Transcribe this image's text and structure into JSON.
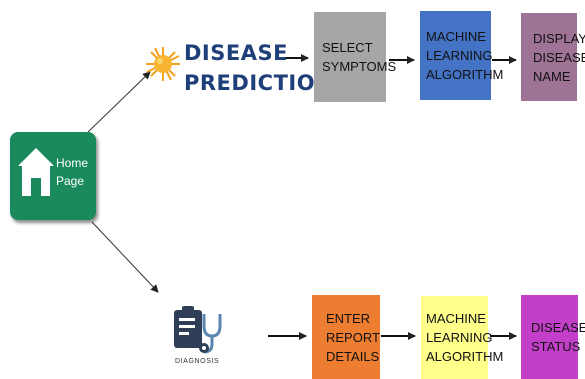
{
  "nodes": {
    "home": {
      "label": "Home\nPage",
      "color": "#1a8a5d"
    },
    "disease_prediction": {
      "label": "DISEASE\nPREDICTION",
      "color": "#1f3f7a"
    },
    "diagnosis": {
      "label": "DIAGNOSIS"
    },
    "top_flow": [
      {
        "label": "SELECT\nSYMPTOMS",
        "color": "#a6a6a6"
      },
      {
        "label": "MACHINE\nLEARNING\nALGORITHM",
        "color": "#4472c4"
      },
      {
        "label": "DISPLAY\nDISEASE\nNAME",
        "color": "#9e7396"
      }
    ],
    "bottom_flow": [
      {
        "label": "ENTER\nREPORT\nDETAILS",
        "color": "#ed7d31"
      },
      {
        "label": "MACHINE\nLEARNING\nALGORITHM",
        "color": "#ffff8a"
      },
      {
        "label": "DISEASE\nSTATUS",
        "color": "#c33fc9"
      }
    ]
  }
}
